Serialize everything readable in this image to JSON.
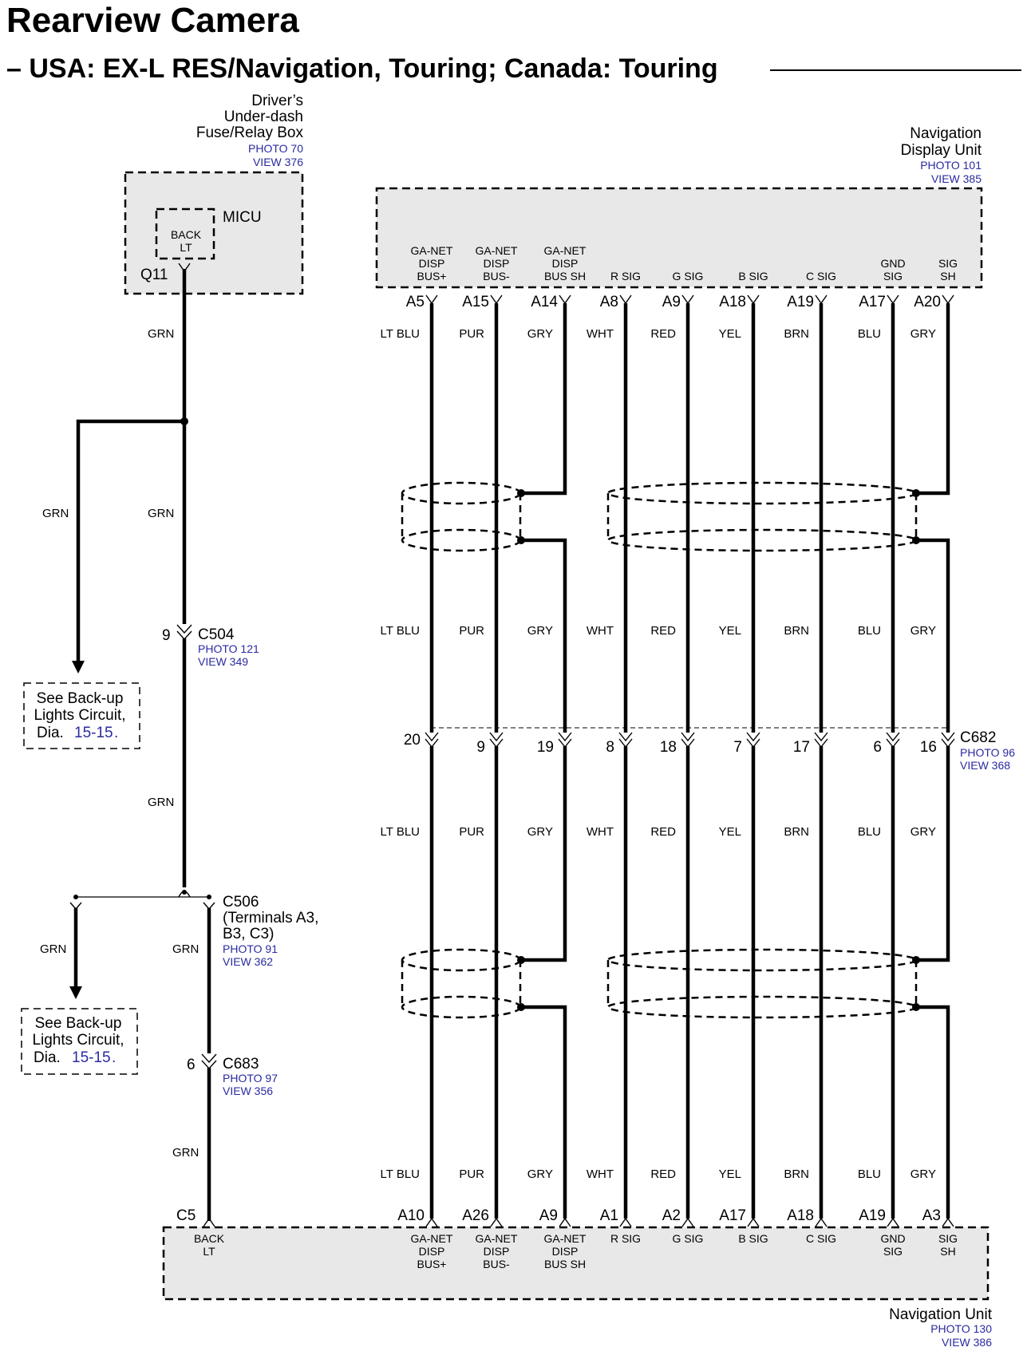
{
  "title": "Rearview Camera",
  "subtitle": "– USA: EX-L RES/Navigation, Touring; Canada: Touring",
  "fuse_box": {
    "name_lines": [
      "Driver’s",
      "Under-dash",
      "Fuse/Relay Box"
    ],
    "photo": "PHOTO 70",
    "view": "VIEW 376",
    "micu": "MICU",
    "term_lines": [
      "BACK",
      "LT"
    ],
    "pin": "Q11"
  },
  "display_unit": {
    "name_lines": [
      "Navigation",
      "Display Unit"
    ],
    "photo": "PHOTO 101",
    "view": "VIEW 385"
  },
  "nav_unit": {
    "name": "Navigation Unit",
    "photo": "PHOTO 130",
    "view": "VIEW 386",
    "back_lt_pin": "C5",
    "back_lt_lines": [
      "BACK",
      "LT"
    ]
  },
  "c504": {
    "pin": "9",
    "name": "C504",
    "photo": "PHOTO 121",
    "view": "VIEW 349"
  },
  "c506": {
    "lines": [
      "C506",
      "(Terminals A3,",
      "B3, C3)"
    ],
    "photo": "PHOTO 91",
    "view": "VIEW 362"
  },
  "c683": {
    "pin": "6",
    "name": "C683",
    "photo": "PHOTO 97",
    "view": "VIEW 356"
  },
  "c682": {
    "name": "C682",
    "photo": "PHOTO 96",
    "view": "VIEW 368"
  },
  "grn": "GRN",
  "see_backup": {
    "line1": "See Back-up",
    "line2": "Lights Circuit,",
    "dia": "Dia.",
    "ref": "15-15",
    "dot": "."
  },
  "signals": [
    {
      "top_lines": [
        "GA-NET",
        "DISP",
        "BUS+"
      ],
      "top_pin": "A5",
      "color": "LT BLU",
      "c682_pin": "20",
      "bot_pin": "A10",
      "bot_lines": [
        "GA-NET",
        "DISP",
        "BUS+"
      ]
    },
    {
      "top_lines": [
        "GA-NET",
        "DISP",
        "BUS-"
      ],
      "top_pin": "A15",
      "color": "PUR",
      "c682_pin": "9",
      "bot_pin": "A26",
      "bot_lines": [
        "GA-NET",
        "DISP",
        "BUS-"
      ]
    },
    {
      "top_lines": [
        "GA-NET",
        "DISP",
        "BUS SH"
      ],
      "top_pin": "A14",
      "color": "GRY",
      "c682_pin": "19",
      "bot_pin": "A9",
      "bot_lines": [
        "GA-NET",
        "DISP",
        "BUS SH"
      ]
    },
    {
      "top_lines": [
        "R SIG"
      ],
      "top_pin": "A8",
      "color": "WHT",
      "c682_pin": "8",
      "bot_pin": "A1",
      "bot_lines": [
        "R SIG"
      ]
    },
    {
      "top_lines": [
        "G SIG"
      ],
      "top_pin": "A9",
      "color": "RED",
      "c682_pin": "18",
      "bot_pin": "A2",
      "bot_lines": [
        "G SIG"
      ]
    },
    {
      "top_lines": [
        "B SIG"
      ],
      "top_pin": "A18",
      "color": "YEL",
      "c682_pin": "7",
      "bot_pin": "A17",
      "bot_lines": [
        "B SIG"
      ]
    },
    {
      "top_lines": [
        "C SIG"
      ],
      "top_pin": "A19",
      "color": "BRN",
      "c682_pin": "17",
      "bot_pin": "A18",
      "bot_lines": [
        "C SIG"
      ]
    },
    {
      "top_lines": [
        "GND",
        "SIG"
      ],
      "top_pin": "A17",
      "color": "BLU",
      "c682_pin": "6",
      "bot_pin": "A19",
      "bot_lines": [
        "GND",
        "SIG"
      ]
    },
    {
      "top_lines": [
        "SIG",
        "SH"
      ],
      "top_pin": "A20",
      "color": "GRY",
      "c682_pin": "16",
      "bot_pin": "A3",
      "bot_lines": [
        "SIG",
        "SH"
      ]
    }
  ]
}
